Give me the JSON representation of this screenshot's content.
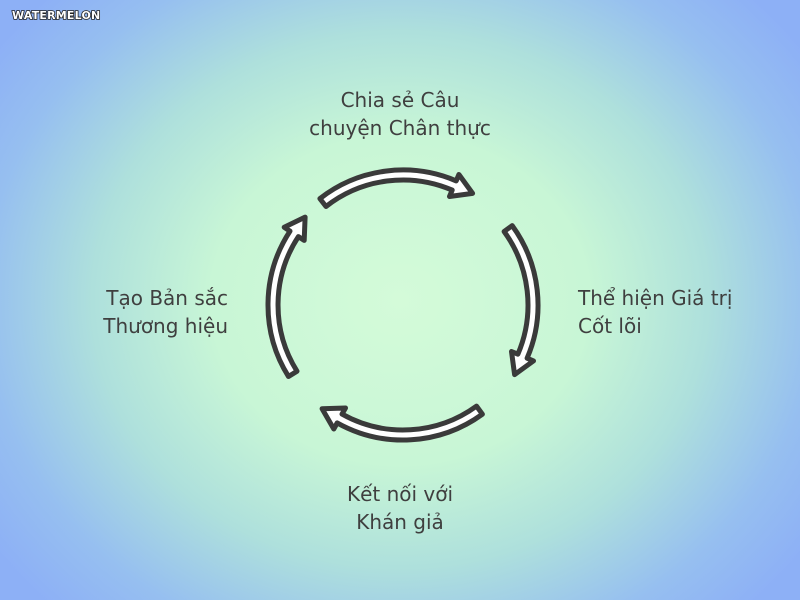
{
  "watermark": "WATERMELON",
  "cycle": {
    "steps": [
      {
        "line1": "Chia sẻ Câu",
        "line2": "chuyện Chân thực"
      },
      {
        "line1": "Thể hiện Giá trị",
        "line2": "Cốt lõi"
      },
      {
        "line1": "Kết nối với",
        "line2": "Khán giả"
      },
      {
        "line1": "Tạo Bản sắc",
        "line2": "Thương hiệu"
      }
    ]
  },
  "colors": {
    "arrow_stroke": "#3a3a3a",
    "arrow_fill": "#ffffff",
    "text": "#3f3f3f"
  }
}
